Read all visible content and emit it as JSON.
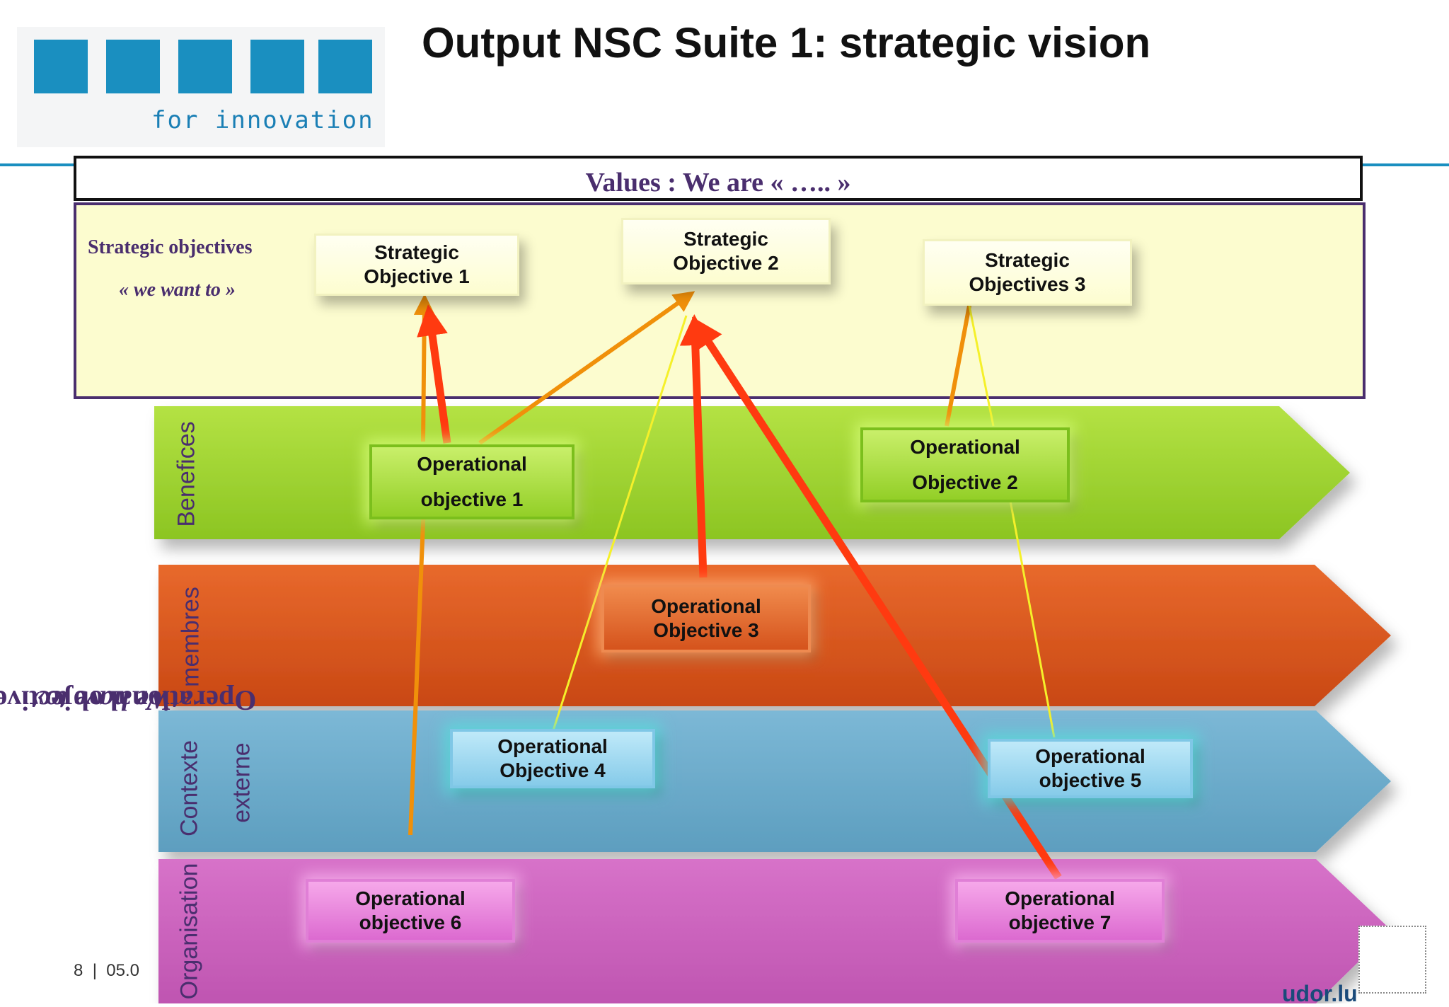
{
  "header": {
    "title": "Output NSC Suite 1: strategic vision",
    "logo_tagline": "for innovation"
  },
  "values": {
    "text": "Values : We are « ….. »"
  },
  "strategic": {
    "label": "Strategic objectives",
    "sublabel": "« we want to »",
    "objectives": [
      {
        "id": "so1",
        "line1": "Strategic",
        "line2": "Objective 1"
      },
      {
        "id": "so2",
        "line1": "Strategic",
        "line2": "Objective 2"
      },
      {
        "id": "so3",
        "line1": "Strategic",
        "line2": "Objectives 3"
      }
    ]
  },
  "operational": {
    "side_label": "Operational objectives : ",
    "side_label_italic": "« We have to»",
    "lanes": [
      {
        "id": "benefices",
        "label": "Benefices",
        "color": "#9ed22e"
      },
      {
        "id": "membres",
        "label": "membres",
        "color": "#d5531c"
      },
      {
        "id": "contexte",
        "label": "Contexte",
        "label2": "externe",
        "color": "#6aaac8"
      },
      {
        "id": "organisation",
        "label": "Organisation",
        "color": "#cc62bd"
      }
    ],
    "objectives": [
      {
        "id": "oo1",
        "line1": "Operational",
        "line2": "objective 1"
      },
      {
        "id": "oo2",
        "line1": "Operational",
        "line2": "Objective 2"
      },
      {
        "id": "oo3",
        "line1": "Operational",
        "line2": "Objective 3"
      },
      {
        "id": "oo4",
        "line1": "Operational",
        "line2": "Objective 4"
      },
      {
        "id": "oo5",
        "line1": "Operational",
        "line2": "objective 5"
      },
      {
        "id": "oo6",
        "line1": "Operational",
        "line2": "objective 6"
      },
      {
        "id": "oo7",
        "line1": "Operational",
        "line2": "objective 7"
      }
    ]
  },
  "links": [
    {
      "from": "oo1",
      "to": "so1",
      "style": "red-thick"
    },
    {
      "from": "oo1",
      "to": "so1",
      "style": "orange"
    },
    {
      "from": "oo1",
      "to": "so2",
      "style": "orange"
    },
    {
      "from": "oo3",
      "to": "so2",
      "style": "red-thick"
    },
    {
      "from": "oo4",
      "to": "so2",
      "style": "yellow-thin"
    },
    {
      "from": "oo7",
      "to": "so2",
      "style": "red-thick"
    },
    {
      "from": "oo2",
      "to": "so3",
      "style": "orange"
    },
    {
      "from": "oo2",
      "to": "so3",
      "style": "yellow-thin"
    },
    {
      "from": "oo5",
      "to": "oo2",
      "style": "yellow-thin"
    }
  ],
  "colors": {
    "accent": "#1a8fc0",
    "label_purple": "#4a2e6e",
    "link_red": "#ff3a10",
    "link_orange": "#f0900a",
    "link_yellow": "#f5f02a"
  },
  "footer": {
    "page": "8",
    "separator": "|",
    "date": "05.0",
    "url": "udor.lu"
  }
}
